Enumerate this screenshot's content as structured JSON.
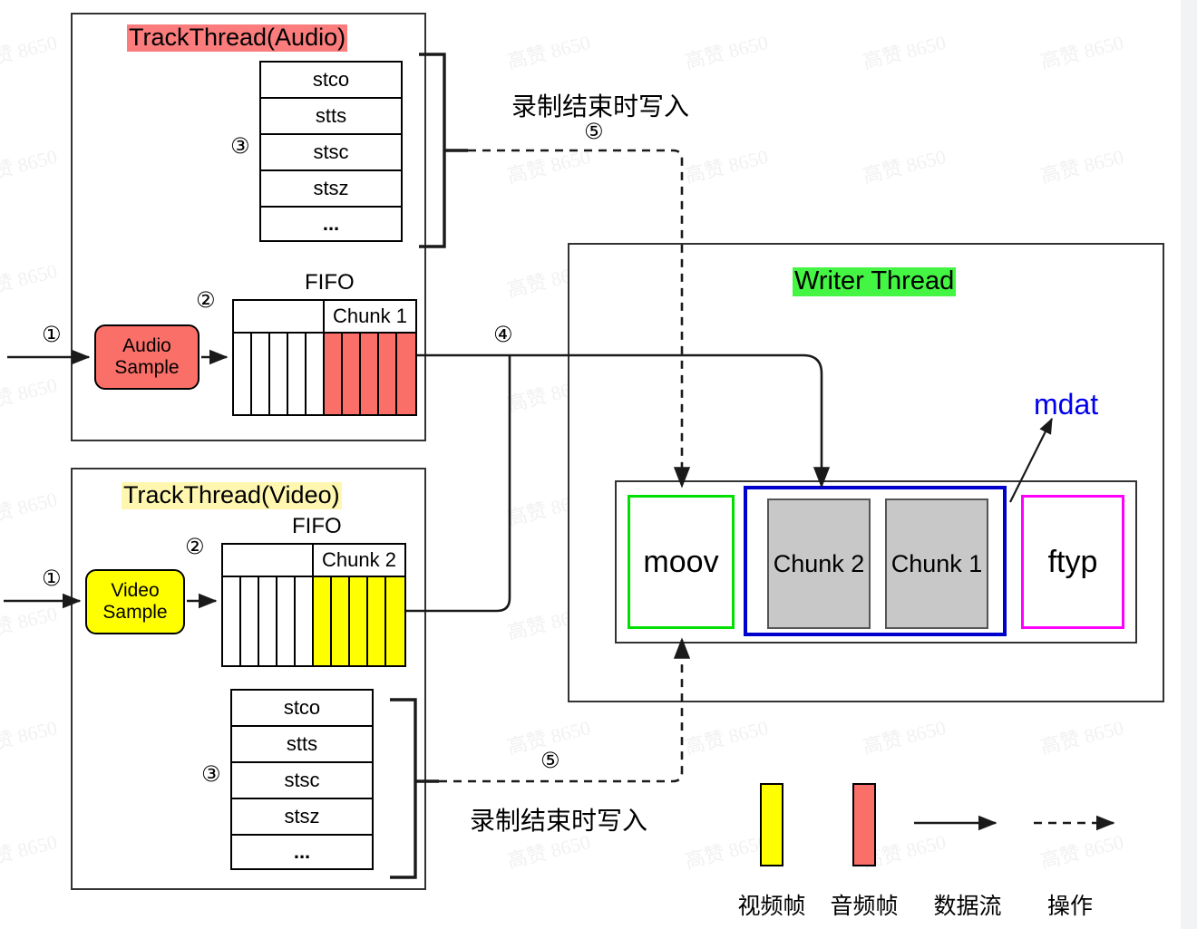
{
  "diagram": {
    "title_audio_thread": "TrackThread(Audio)",
    "title_video_thread": "TrackThread(Video)",
    "title_writer_thread": "Writer Thread"
  },
  "audio_thread": {
    "title": "TrackThread(Audio)",
    "step_table": "③",
    "step_sample": "①",
    "step_fifo": "②",
    "sample_line1": "Audio",
    "sample_line2": "Sample",
    "fifo_label": "FIFO",
    "chunk_label": "Chunk 1",
    "atoms": [
      "stco",
      "stts",
      "stsc",
      "stsz",
      "..."
    ],
    "fifo_empty_cells": 5,
    "fifo_filled_cells": 5,
    "fill_color": "#fb6f69"
  },
  "video_thread": {
    "title": "TrackThread(Video)",
    "step_table": "③",
    "step_sample": "①",
    "step_fifo": "②",
    "sample_line1": "Video",
    "sample_line2": "Sample",
    "fifo_label": "FIFO",
    "chunk_label": "Chunk 2",
    "atoms": [
      "stco",
      "stts",
      "stsc",
      "stsz",
      "..."
    ],
    "fifo_empty_cells": 5,
    "fifo_filled_cells": 5,
    "fill_color": "#ffff00"
  },
  "writer_thread": {
    "title": "Writer Thread",
    "mdat_label": "mdat",
    "moov_label": "moov",
    "ftyp_label": "ftyp",
    "chunks": [
      "Chunk 2",
      "Chunk 1"
    ]
  },
  "annotations": {
    "write_on_end_top": "录制结束时写入",
    "write_on_end_bottom": "录制结束时写入",
    "step_5_top": "⑤",
    "step_5_bottom": "⑤",
    "step_4": "④"
  },
  "legend": {
    "items": [
      {
        "label": "视频帧",
        "kind": "swatch",
        "color": "#ffff00"
      },
      {
        "label": "音频帧",
        "kind": "swatch",
        "color": "#fb6f69"
      },
      {
        "label": "数据流",
        "kind": "solid-arrow"
      },
      {
        "label": "操作",
        "kind": "dashed-arrow"
      }
    ]
  },
  "colors": {
    "audio_accent": "#fb6f69",
    "video_accent": "#ffff00",
    "writer_accent": "#44f544",
    "mdat_border": "#0000cc",
    "moov_border": "#00e000",
    "ftyp_border": "#ff00ff",
    "chunk_fill": "#c8c8c8"
  },
  "watermark": {
    "text": "高赞 8650"
  }
}
